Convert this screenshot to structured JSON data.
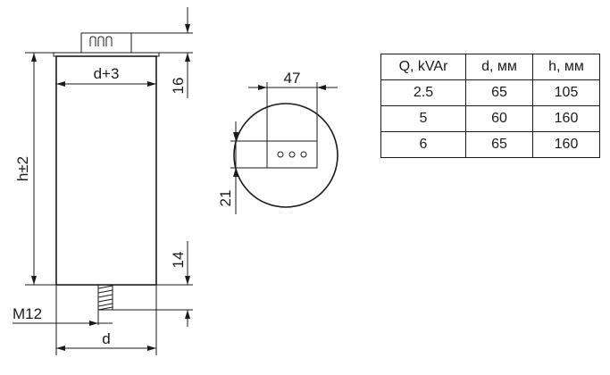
{
  "drawing": {
    "side_view": {
      "dim_width_top": "d+3",
      "dim_height": "h±2",
      "dim_top_offset": "16",
      "dim_bottom_offset": "14",
      "dim_thread": "M12",
      "dim_width_bottom": "d"
    },
    "top_view": {
      "dim_terminal_width": "47",
      "dim_terminal_offset": "21",
      "terminal_holes": "ooo"
    }
  },
  "table": {
    "headers": [
      "Q, kVAr",
      "d, мм",
      "h, мм"
    ],
    "rows": [
      [
        "2.5",
        "65",
        "105"
      ],
      [
        "5",
        "60",
        "160"
      ],
      [
        "6",
        "65",
        "160"
      ]
    ]
  }
}
